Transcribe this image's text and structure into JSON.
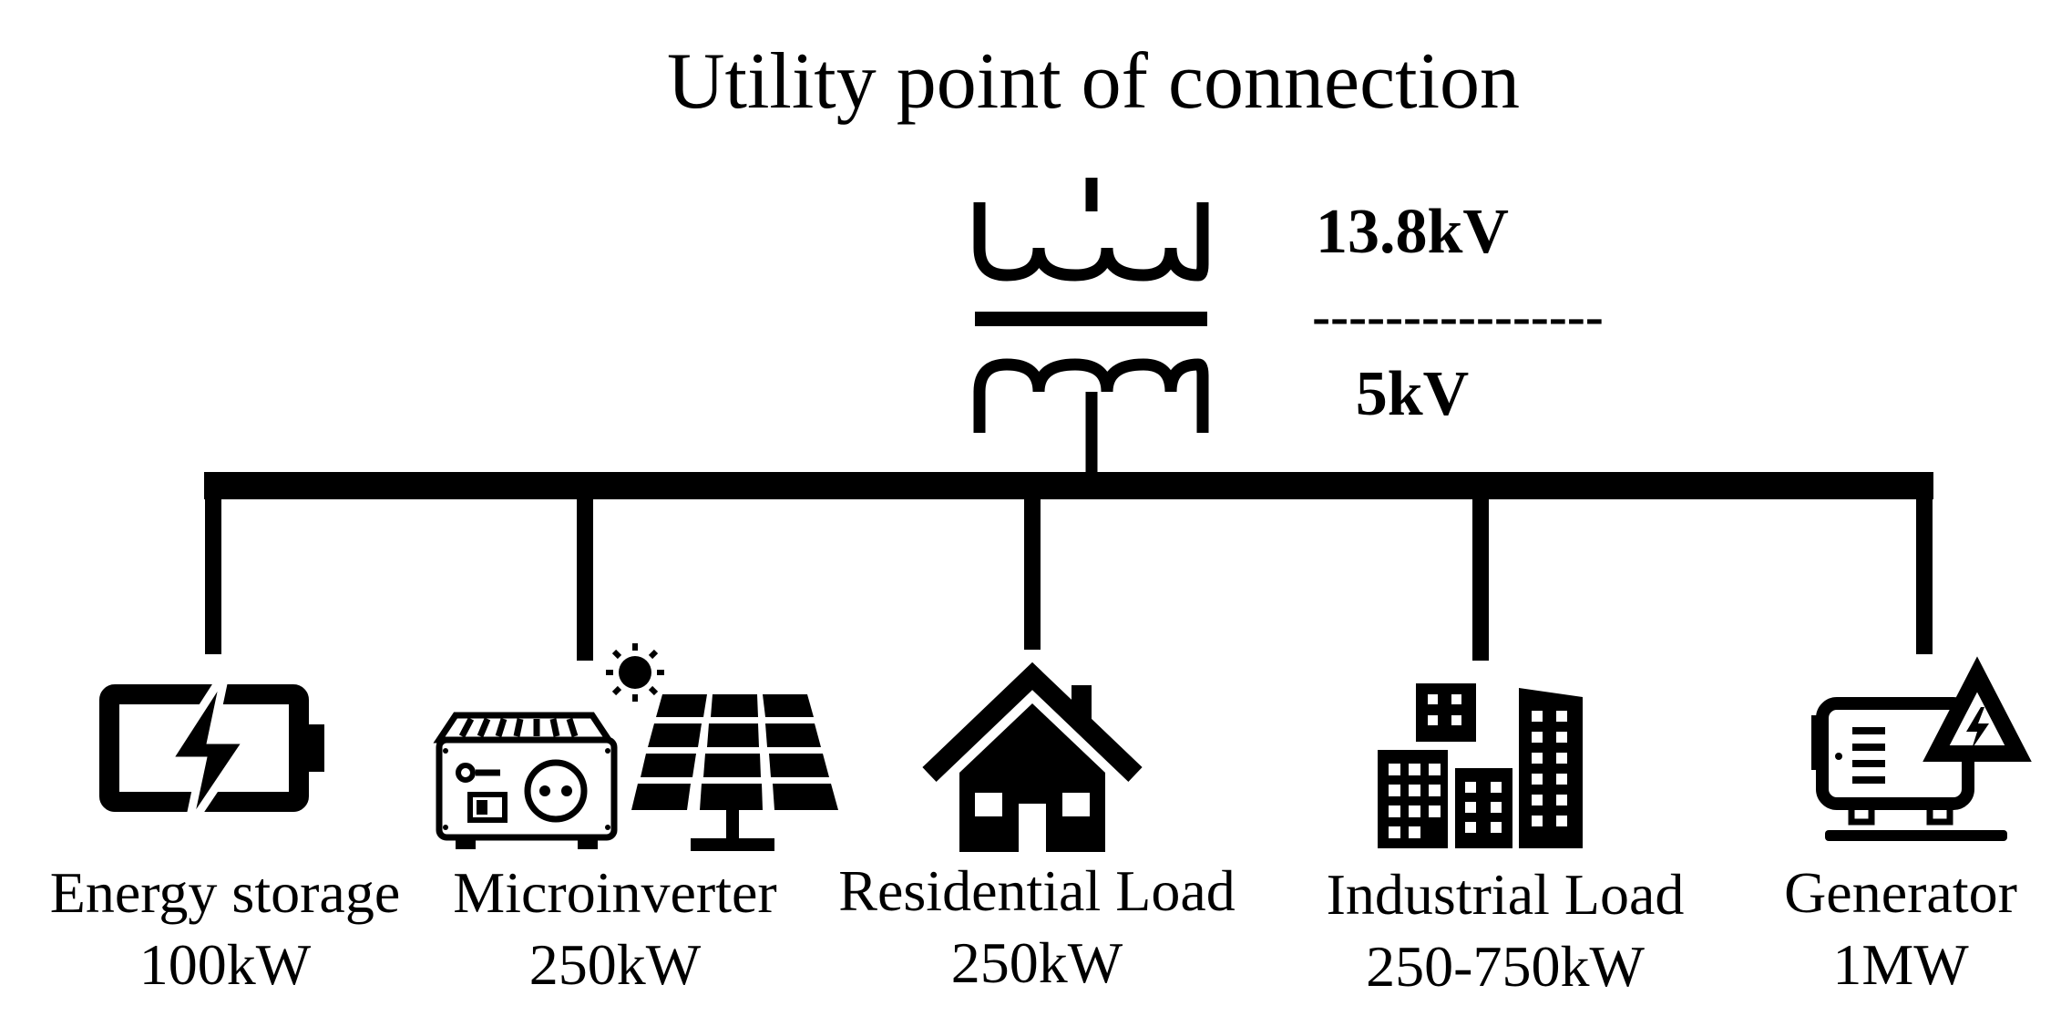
{
  "title": "Utility point of connection",
  "transformer": {
    "primary_voltage": "13.8kV",
    "secondary_voltage": "5kV",
    "divider": "----------------"
  },
  "components": [
    {
      "name": "Energy storage",
      "rating": "100kW",
      "icon": "battery-icon"
    },
    {
      "name": "Microinverter",
      "rating": "250kW",
      "icon": "solar-inverter-icon"
    },
    {
      "name": "Residential Load",
      "rating": "250kW",
      "icon": "house-icon"
    },
    {
      "name": "Industrial Load",
      "rating": "250-750kW",
      "icon": "factory-buildings-icon"
    },
    {
      "name": "Generator",
      "rating": "1MW",
      "icon": "generator-icon"
    }
  ],
  "colors": {
    "line": "#000000",
    "background": "#ffffff"
  }
}
